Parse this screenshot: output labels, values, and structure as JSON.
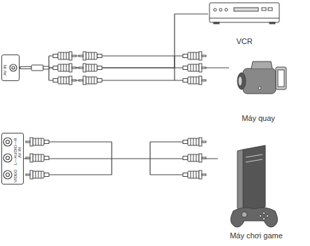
{
  "diagram": {
    "nodes": [
      {
        "text": [
          "VCR"
        ]
      },
      {
        "text": [
          "AV IN"
        ]
      },
      {
        "text": [
          "Máy quay"
        ]
      },
      {
        "text": [
          "L—AUDIO—R",
          "AV IN",
          "VIDEO"
        ]
      },
      {
        "text": [
          "Máy chơi game"
        ]
      }
    ],
    "edges": [
      {
        "from": 1,
        "to": 0,
        "arrow": "none"
      },
      {
        "from": 1,
        "to": 2,
        "arrow": "none"
      },
      {
        "from": 3,
        "to": 4,
        "arrow": "none"
      }
    ]
  }
}
